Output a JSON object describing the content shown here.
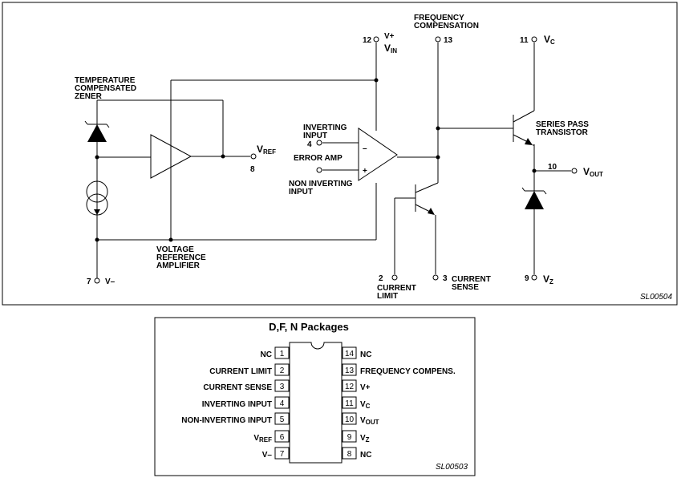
{
  "schematic": {
    "id_code": "SL00504",
    "labels": {
      "temp_zener": [
        "TEMPERATURE",
        "COMPENSATED",
        "ZENER"
      ],
      "voltage_ref_amp": [
        "VOLTAGE",
        "REFERENCE",
        "AMPLIFIER"
      ],
      "inverting_input": [
        "INVERTING",
        "INPUT"
      ],
      "error_amp": "ERROR AMP",
      "non_inverting_input": [
        "NON INVERTING",
        "INPUT"
      ],
      "frequency_comp": [
        "FREQUENCY",
        "COMPENSATION"
      ],
      "series_pass": [
        "SERIES PASS",
        "TRANSISTOR"
      ],
      "current_limit": [
        "CURRENT",
        "LIMIT"
      ],
      "current_sense": [
        "CURRENT",
        "SENSE"
      ]
    },
    "pins": {
      "v_minus": {
        "num": "7",
        "name": "V",
        "sub": "",
        "suffix": "–"
      },
      "vref": {
        "num": "8",
        "name": "V",
        "sub": "REF"
      },
      "vplus": {
        "num": "12",
        "name": "V+"
      },
      "vin": {
        "name": "V",
        "sub": "IN"
      },
      "inverting": {
        "num": "4"
      },
      "freq": {
        "num": "13"
      },
      "vc": {
        "num": "11",
        "name": "V",
        "sub": "C"
      },
      "vout": {
        "num": "10",
        "name": "V",
        "sub": "OUT"
      },
      "current_limit": {
        "num": "2"
      },
      "current_sense": {
        "num": "3"
      },
      "vz": {
        "num": "9",
        "name": "V",
        "sub": "Z"
      }
    },
    "amp_signs": {
      "minus": "–",
      "plus": "+"
    }
  },
  "package": {
    "title": "D,F, N Packages",
    "id_code": "SL00503",
    "left_pins": [
      {
        "num": "1",
        "label": "NC"
      },
      {
        "num": "2",
        "label": "CURRENT LIMIT"
      },
      {
        "num": "3",
        "label": "CURRENT SENSE"
      },
      {
        "num": "4",
        "label": "INVERTING INPUT"
      },
      {
        "num": "5",
        "label": "NON-INVERTING INPUT"
      },
      {
        "num": "6",
        "label": "V",
        "sub": "REF"
      },
      {
        "num": "7",
        "label": "V–"
      }
    ],
    "right_pins": [
      {
        "num": "14",
        "label": "NC"
      },
      {
        "num": "13",
        "label": "FREQUENCY COMPENS."
      },
      {
        "num": "12",
        "label": "V+"
      },
      {
        "num": "11",
        "label": "V",
        "sub": "C"
      },
      {
        "num": "10",
        "label": "V",
        "sub": "OUT"
      },
      {
        "num": "9",
        "label": "V",
        "sub": "Z"
      },
      {
        "num": "8",
        "label": "NC"
      }
    ]
  }
}
